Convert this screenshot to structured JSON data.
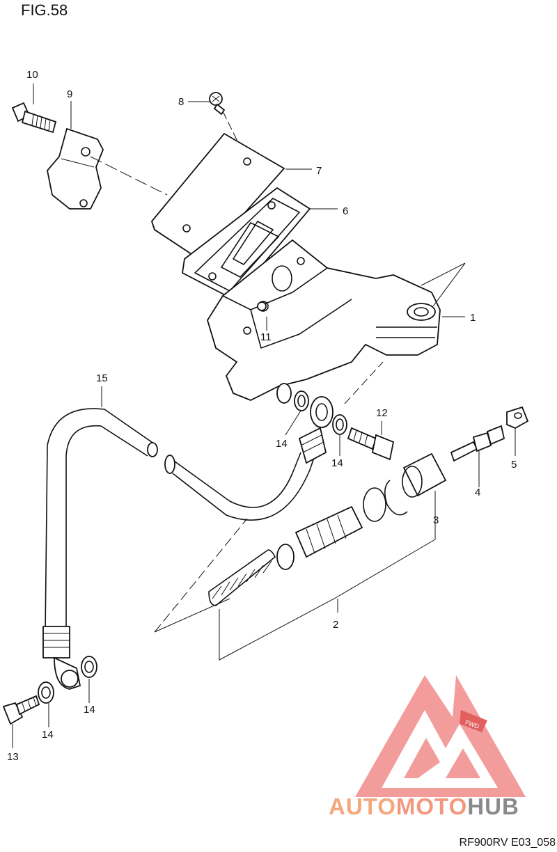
{
  "figure": {
    "title": "FIG.58",
    "code": "RF900RV E03_058"
  },
  "watermark": {
    "brand_part1": "AUTO",
    "brand_part2": "MOTO",
    "brand_part3": "HUB",
    "fwd_label": "FWD",
    "colors": {
      "auto": "#f4a77a",
      "moto": "#f3987f",
      "hub": "#8a8a8a",
      "triangle": "#f08a8a"
    }
  },
  "callouts": {
    "c1": "1",
    "c2": "2",
    "c3": "3",
    "c4": "4",
    "c5": "5",
    "c6": "6",
    "c7": "7",
    "c8": "8",
    "c9": "9",
    "c10": "10",
    "c11": "11",
    "c12": "12",
    "c13": "13",
    "c14a": "14",
    "c14b": "14",
    "c14c": "14",
    "c14d": "14",
    "c15": "15"
  }
}
